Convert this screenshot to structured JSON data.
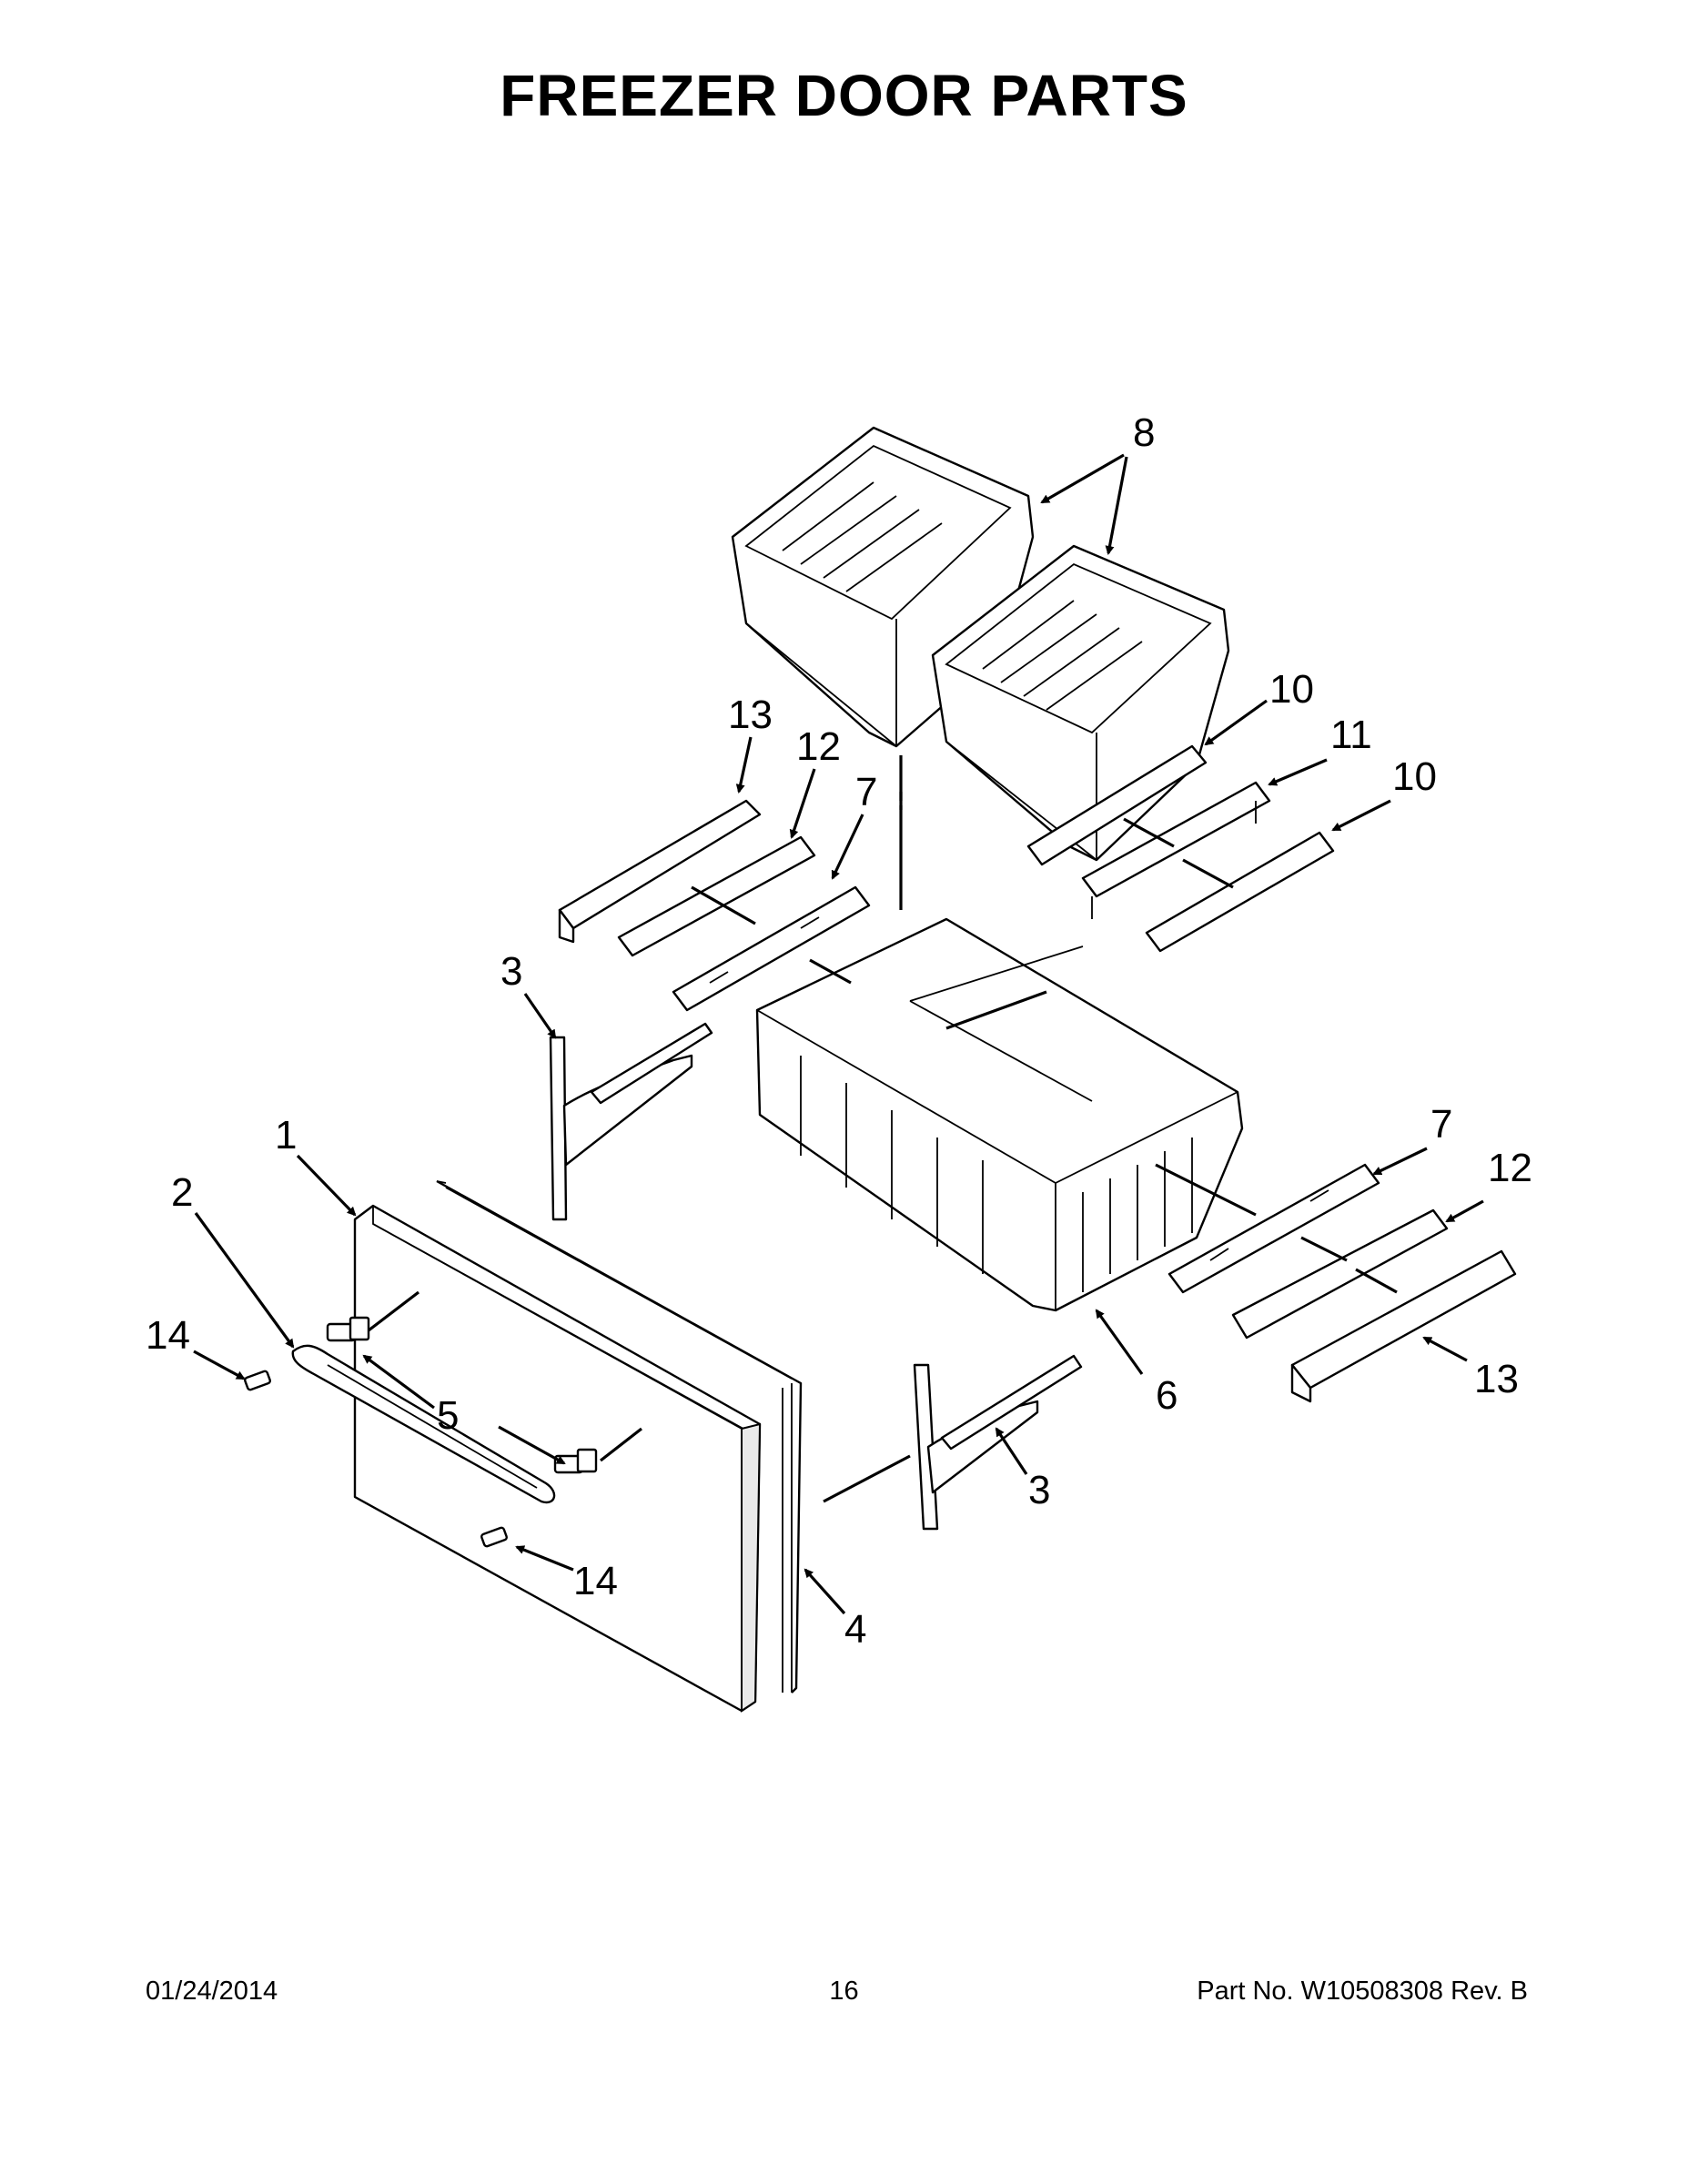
{
  "title": "FREEZER DOOR PARTS",
  "callouts": {
    "c1": "1",
    "c2": "2",
    "c3a": "3",
    "c3b": "3",
    "c4": "4",
    "c5": "5",
    "c6": "6",
    "c7a": "7",
    "c7b": "7",
    "c8": "8",
    "c10a": "10",
    "c10b": "10",
    "c11": "11",
    "c12a": "12",
    "c12b": "12",
    "c13a": "13",
    "c13b": "13",
    "c14a": "14",
    "c14b": "14"
  },
  "footer": {
    "date": "01/24/2014",
    "page": "16",
    "part": "Part No.  W10508308  Rev.  B"
  }
}
